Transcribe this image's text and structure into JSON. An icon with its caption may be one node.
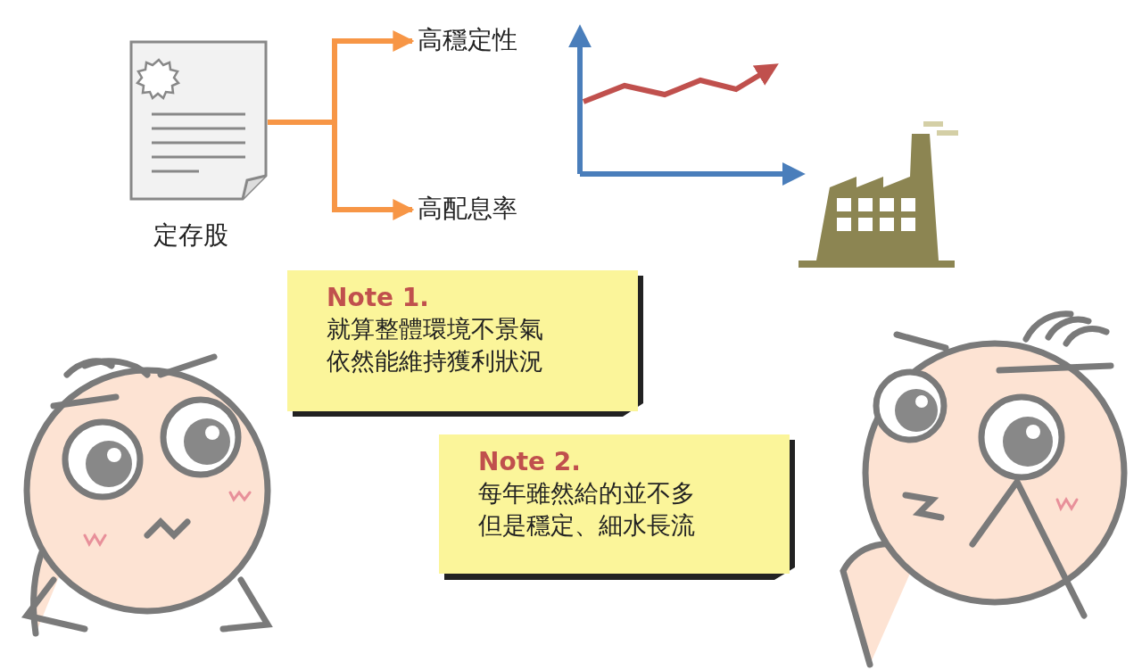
{
  "diagram": {
    "nodes": [
      {
        "text": [],
        "shape": "picture",
        "beside": [
          "定存股"
        ]
      },
      {
        "text": [
          "高穩定性"
        ]
      },
      {
        "text": [
          "高配息率"
        ]
      },
      {
        "text": [
          "Note 1.",
          "就算整體環境不景氣依然能維持獲利狀況"
        ]
      },
      {
        "text": [
          "Note 2.",
          "每年雖然給的並不多但是穩定、細水長流"
        ]
      }
    ],
    "edges": [
      {
        "from": 0,
        "to": 1,
        "arrow": "to"
      },
      {
        "from": 0,
        "to": 2,
        "arrow": "to"
      }
    ]
  }
}
